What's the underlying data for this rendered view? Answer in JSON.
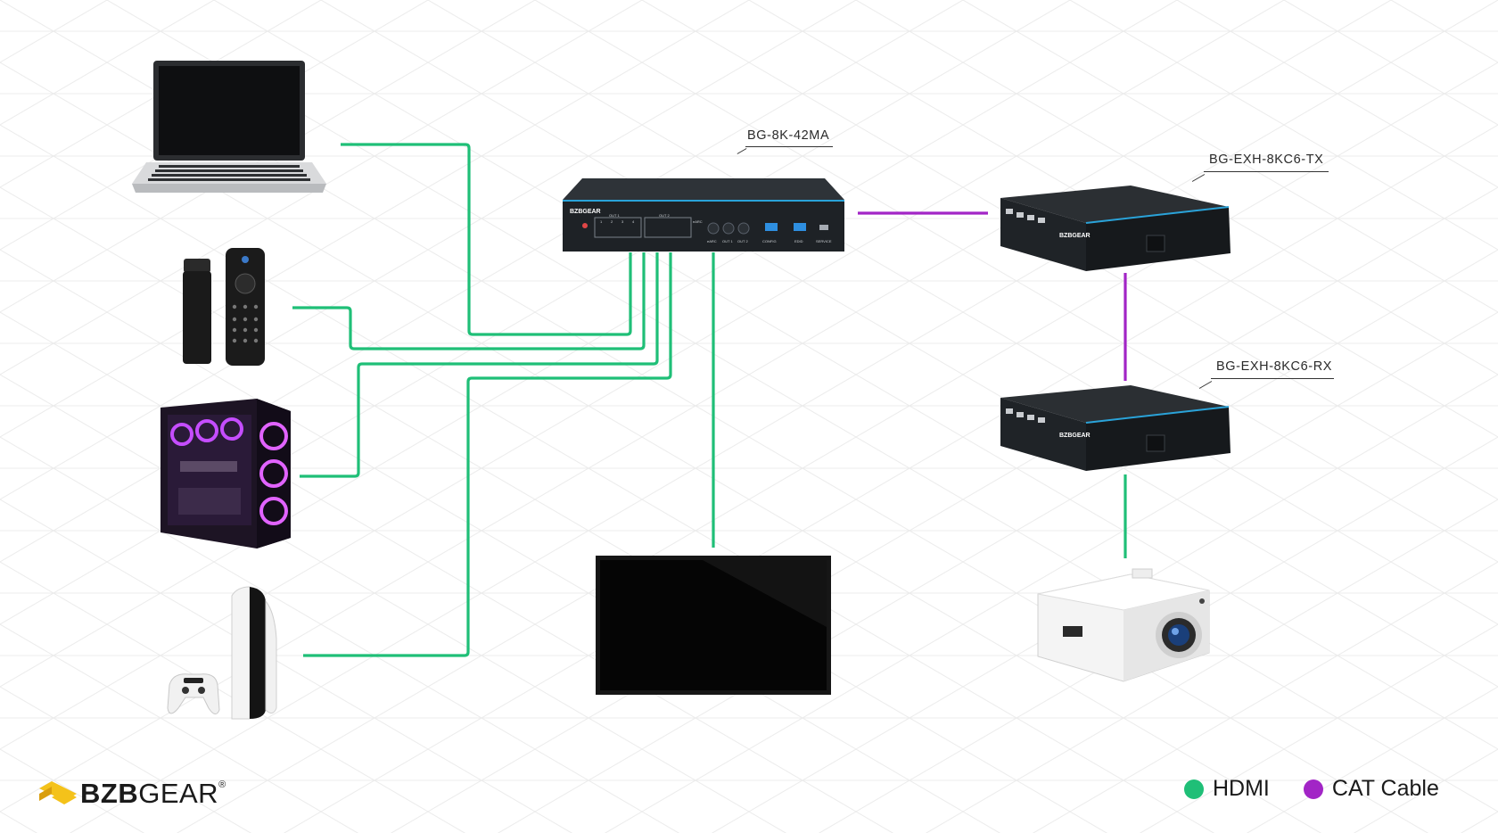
{
  "colors": {
    "hdmi": "#1fbf77",
    "cat": "#a225c6",
    "accent_yellow": "#f4c21a",
    "device_dark": "#22262b",
    "device_accent": "#2aa3d9"
  },
  "labels": {
    "switcher": "BG-8K-42MA",
    "transmitter": "BG-EXH-8KC6-TX",
    "receiver": "BG-EXH-8KC6-RX"
  },
  "switcher_panel": {
    "brand": "BZBGEAR",
    "out1": "OUT 1",
    "out2": "OUT 2",
    "earc": "eARC",
    "config": "CONFIG",
    "edid": "EDID",
    "service": "SERVICE",
    "port1": "1",
    "port2": "2",
    "port3": "3",
    "port4": "4",
    "earc_btn": "eARC",
    "out1_btn": "OUT 1",
    "out2_btn": "OUT 2"
  },
  "extender_panel": {
    "brand": "BZBGEAR"
  },
  "logo": {
    "bold": "BZB",
    "light": "GEAR",
    "mark": "®"
  },
  "legend": [
    {
      "label": "HDMI",
      "color": "#1fbf77"
    },
    {
      "label": "CAT Cable",
      "color": "#a225c6"
    }
  ],
  "icons": {
    "laptop": "laptop-icon",
    "streaming": "streaming-stick-remote-icon",
    "pc": "gaming-pc-icon",
    "console": "game-console-icon",
    "display": "tv-display-icon",
    "projector": "projector-icon"
  }
}
